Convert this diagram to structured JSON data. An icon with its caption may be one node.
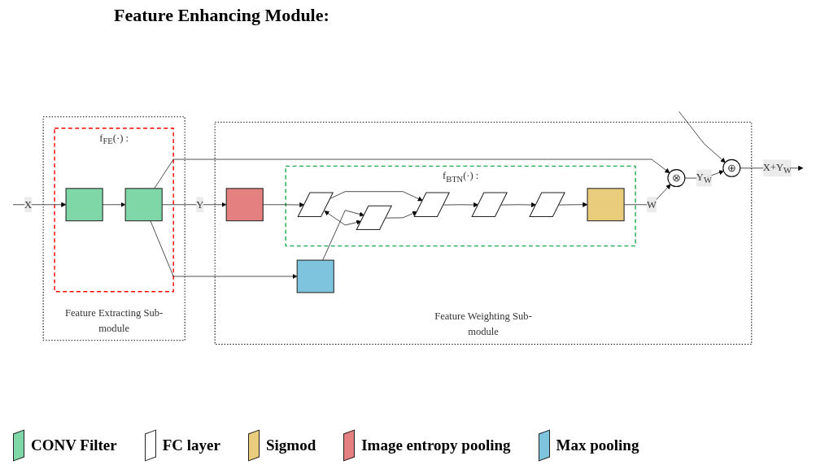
{
  "diagram": {
    "title": "Feature Enhancing Module:",
    "nodes": [
      {
        "text": [
          "Feature Extracting Sub-module"
        ]
      },
      {
        "text": [
          "f$_{FE}$(·) :"
        ],
        "in": 0
      },
      {
        "text": [],
        "shape": "box",
        "in": 1
      },
      {
        "text": [],
        "shape": "box",
        "in": 1
      },
      {
        "text": [
          "Feature Weighting Sub-module"
        ]
      },
      {
        "text": [],
        "shape": "box",
        "in": 4
      },
      {
        "text": [],
        "shape": "box",
        "in": 4
      },
      {
        "text": [
          "f$_{BTN}$(·) :"
        ],
        "in": 4
      },
      {
        "text": [],
        "shape": "bar",
        "in": 7
      },
      {
        "text": [],
        "shape": "bar",
        "in": 7
      },
      {
        "text": [],
        "shape": "bar",
        "in": 7
      },
      {
        "text": [],
        "shape": "bar",
        "in": 7
      },
      {
        "text": [],
        "shape": "bar",
        "in": 7
      },
      {
        "text": [],
        "shape": "box",
        "in": 7
      },
      {
        "text": [
          "⊗"
        ],
        "in": 4
      },
      {
        "text": [
          "⊕"
        ],
        "in": 4
      }
    ],
    "edges": [
      {
        "from": null,
        "to": 2,
        "arrow": "to",
        "label": "X"
      },
      {
        "from": null,
        "to": 15,
        "arrow": "to"
      },
      {
        "from": 2,
        "to": 3,
        "arrow": "to"
      },
      {
        "from": 3,
        "to": 5,
        "arrow": "to",
        "label": "Y"
      },
      {
        "from": 3,
        "to": 6,
        "arrow": "to"
      },
      {
        "from": 3,
        "to": 14,
        "arrow": "to"
      },
      {
        "from": 5,
        "to": 8,
        "arrow": "to"
      },
      {
        "from": 6,
        "to": 9,
        "arrow": "to"
      },
      {
        "from": 8,
        "to": 9,
        "arrow": "both"
      },
      {
        "from": 8,
        "to": 10,
        "arrow": "to"
      },
      {
        "from": 9,
        "to": 10,
        "arrow": "to"
      },
      {
        "from": 10,
        "to": 11,
        "arrow": "to"
      },
      {
        "from": 11,
        "to": 12,
        "arrow": "to"
      },
      {
        "from": 12,
        "to": 13,
        "arrow": "to"
      },
      {
        "from": 13,
        "to": 14,
        "arrow": "to",
        "label": "W"
      },
      {
        "from": 14,
        "to": 15,
        "arrow": "to",
        "label": "Y$_{W}$"
      },
      {
        "from": 15,
        "to": null,
        "arrow": "to",
        "label": "X+Y$_{W}$"
      }
    ],
    "legend": [
      {
        "text": "CONV Filter",
        "color": "#7fd6a6"
      },
      {
        "text": "FC layer",
        "color": "#ffffff"
      },
      {
        "text": "Sigmod",
        "color": "#e9cd7d"
      },
      {
        "text": "Image entropy pooling",
        "color": "#e58080"
      },
      {
        "text": "Max pooling",
        "color": "#7ec4de"
      }
    ]
  }
}
